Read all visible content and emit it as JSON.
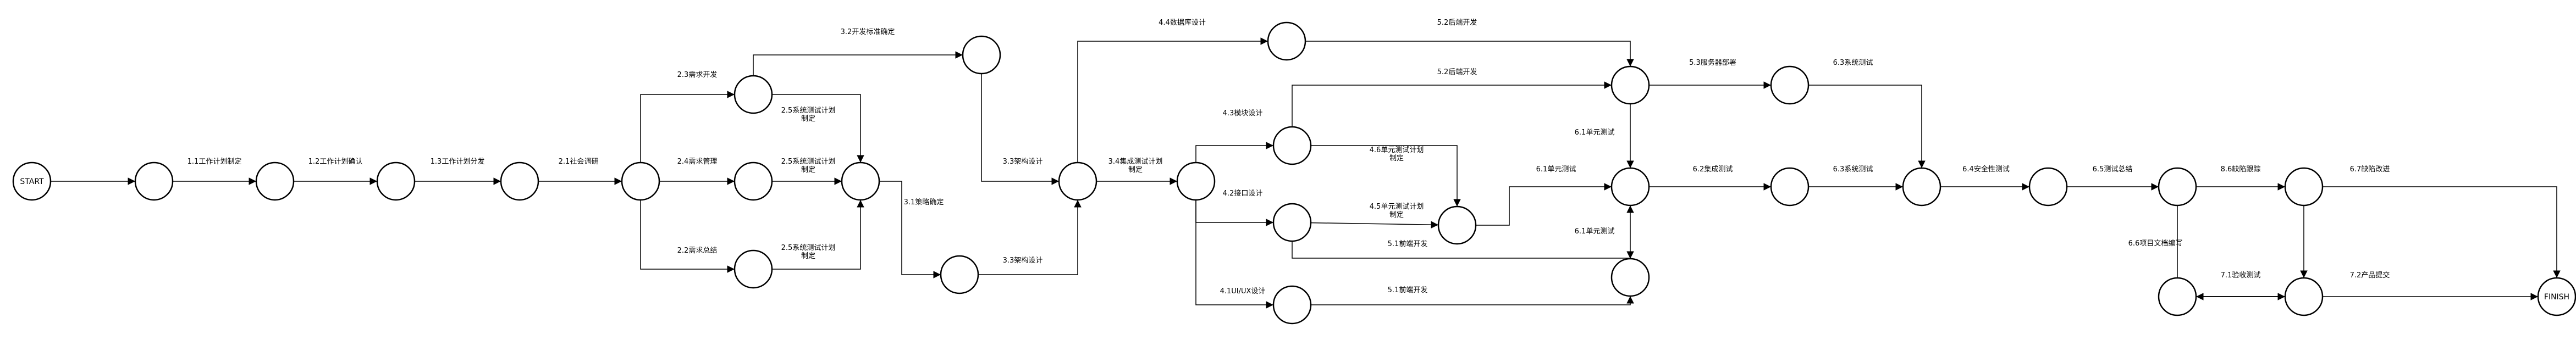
{
  "diagram": {
    "nodes": [
      {
        "id": "start",
        "label": "START"
      },
      {
        "id": "n1"
      },
      {
        "id": "n2"
      },
      {
        "id": "n3"
      },
      {
        "id": "n4"
      },
      {
        "id": "n5"
      },
      {
        "id": "n6"
      },
      {
        "id": "n7"
      },
      {
        "id": "n8"
      },
      {
        "id": "n9"
      },
      {
        "id": "n10"
      },
      {
        "id": "n11"
      },
      {
        "id": "n12"
      },
      {
        "id": "n13"
      },
      {
        "id": "n14"
      },
      {
        "id": "n15"
      },
      {
        "id": "n16"
      },
      {
        "id": "n17"
      },
      {
        "id": "n18"
      },
      {
        "id": "n19"
      },
      {
        "id": "n20"
      },
      {
        "id": "n21"
      },
      {
        "id": "n22"
      },
      {
        "id": "n23"
      },
      {
        "id": "n24"
      },
      {
        "id": "n25"
      },
      {
        "id": "n26"
      },
      {
        "id": "n27"
      },
      {
        "id": "n28"
      },
      {
        "id": "n29"
      },
      {
        "id": "finish",
        "label": "FINISH"
      }
    ],
    "edges": [
      {
        "from": "start",
        "to": "n1",
        "label": ""
      },
      {
        "from": "n1",
        "to": "n2",
        "label": "1.1工作计划制定"
      },
      {
        "from": "n2",
        "to": "n3",
        "label": "1.2工作计划确认"
      },
      {
        "from": "n3",
        "to": "n4",
        "label": "1.3工作计划分发"
      },
      {
        "from": "n4",
        "to": "n5",
        "label": "2.1社会调研"
      },
      {
        "from": "n5",
        "to": "n6",
        "label": "2.3需求开发"
      },
      {
        "from": "n5",
        "to": "n7",
        "label": "2.4需求管理"
      },
      {
        "from": "n5",
        "to": "n8",
        "label": "2.2需求总结"
      },
      {
        "from": "n6",
        "to": "n9",
        "label": "3.2开发标准确定"
      },
      {
        "from": "n6",
        "to": "n10",
        "label": "2.5系统测试计划\n制定"
      },
      {
        "from": "n7",
        "to": "n10",
        "label": "2.5系统测试计划\n制定"
      },
      {
        "from": "n8",
        "to": "n10",
        "label": "2.5系统测试计划\n制定"
      },
      {
        "from": "n10",
        "to": "n11",
        "label": "3.1策略确定"
      },
      {
        "from": "n11",
        "to": "n12",
        "label": "3.3架构设计"
      },
      {
        "from": "n9",
        "to": "n12",
        "label": "3.3架构设计"
      },
      {
        "from": "n12",
        "to": "n13",
        "label": "4.4数据库设计"
      },
      {
        "from": "n12",
        "to": "n14",
        "label": "3.4集成测试计划\n制定"
      },
      {
        "from": "n14",
        "to": "n15",
        "label": "4.3模块设计"
      },
      {
        "from": "n14",
        "to": "n16",
        "label": "4.2接口设计"
      },
      {
        "from": "n14",
        "to": "n17",
        "label": "4.1UI/UX设计"
      },
      {
        "from": "n13",
        "to": "n19",
        "label": "5.2后端开发"
      },
      {
        "from": "n15",
        "to": "n19",
        "label": "5.2后端开发"
      },
      {
        "from": "n15",
        "to": "n18",
        "label": "4.6单元测试计划\n制定"
      },
      {
        "from": "n16",
        "to": "n18",
        "label": "4.5单元测试计划\n制定"
      },
      {
        "from": "n16",
        "to": "n21",
        "label": "5.1前端开发"
      },
      {
        "from": "n17",
        "to": "n21",
        "label": "5.1前端开发"
      },
      {
        "from": "n18",
        "to": "n20",
        "label": "6.1单元测试"
      },
      {
        "from": "n19",
        "to": "n20",
        "label": "6.1单元测试"
      },
      {
        "from": "n21",
        "to": "n20",
        "label": "6.1单元测试"
      },
      {
        "from": "n19",
        "to": "n22",
        "label": "5.3服务器部署"
      },
      {
        "from": "n20",
        "to": "n23",
        "label": "6.2集成测试"
      },
      {
        "from": "n22",
        "to": "n24",
        "label": "6.3系统测试"
      },
      {
        "from": "n23",
        "to": "n24",
        "label": "6.3系统测试"
      },
      {
        "from": "n24",
        "to": "n25",
        "label": "6.4安全性测试"
      },
      {
        "from": "n25",
        "to": "n26",
        "label": "6.5测试总结"
      },
      {
        "from": "n26",
        "to": "n27",
        "label": "8.6缺陷跟踪"
      },
      {
        "from": "n27",
        "to": "n28",
        "label": "6.7缺陷改进"
      },
      {
        "from": "n26",
        "to": "n28",
        "label": "6.6项目文档编写"
      },
      {
        "from": "n28",
        "to": "n29",
        "label": "7.1验收测试"
      },
      {
        "from": "n29",
        "to": "finish",
        "label": "7.2产品提交"
      },
      {
        "from": "n27",
        "to": "finish",
        "label": ""
      }
    ]
  }
}
